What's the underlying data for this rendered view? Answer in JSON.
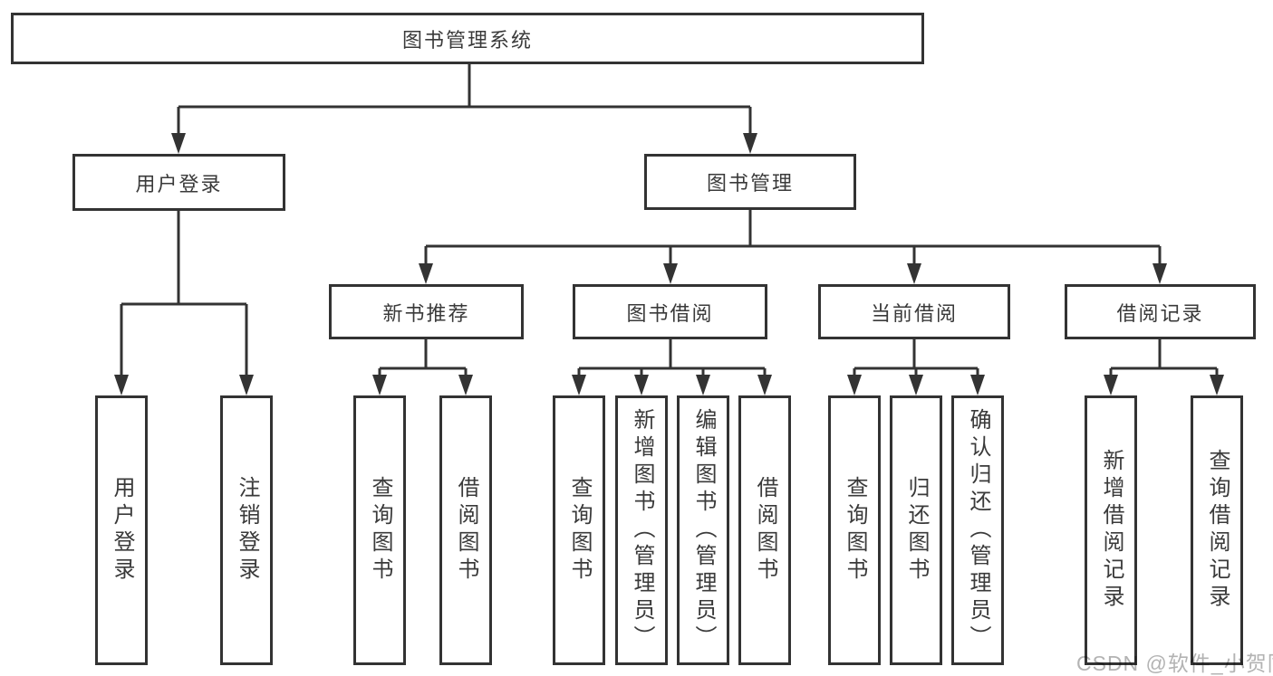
{
  "tree": {
    "label": "图书管理系统",
    "children": [
      {
        "label": "用户登录",
        "children": [
          {
            "label": "用户登录"
          },
          {
            "label": "注销登录"
          }
        ]
      },
      {
        "label": "图书管理",
        "children": [
          {
            "label": "新书推荐",
            "children": [
              {
                "label": "查询图书"
              },
              {
                "label": "借阅图书"
              }
            ]
          },
          {
            "label": "图书借阅",
            "children": [
              {
                "label": "查询图书"
              },
              {
                "label": "新增图书（管理员）"
              },
              {
                "label": "编辑图书（管理员）"
              },
              {
                "label": "借阅图书"
              }
            ]
          },
          {
            "label": "当前借阅",
            "children": [
              {
                "label": "查询图书"
              },
              {
                "label": "归还图书"
              },
              {
                "label": "确认归还（管理员）"
              }
            ]
          },
          {
            "label": "借阅记录",
            "children": [
              {
                "label": "新增借阅记录"
              },
              {
                "label": "查询借阅记录"
              }
            ]
          }
        ]
      }
    ]
  },
  "colors": {
    "line": "#333333",
    "text": "#3a3a3a",
    "watermark": "#b3b3b3"
  },
  "watermark": {
    "text": "CSDN @软件_小贺同学"
  }
}
